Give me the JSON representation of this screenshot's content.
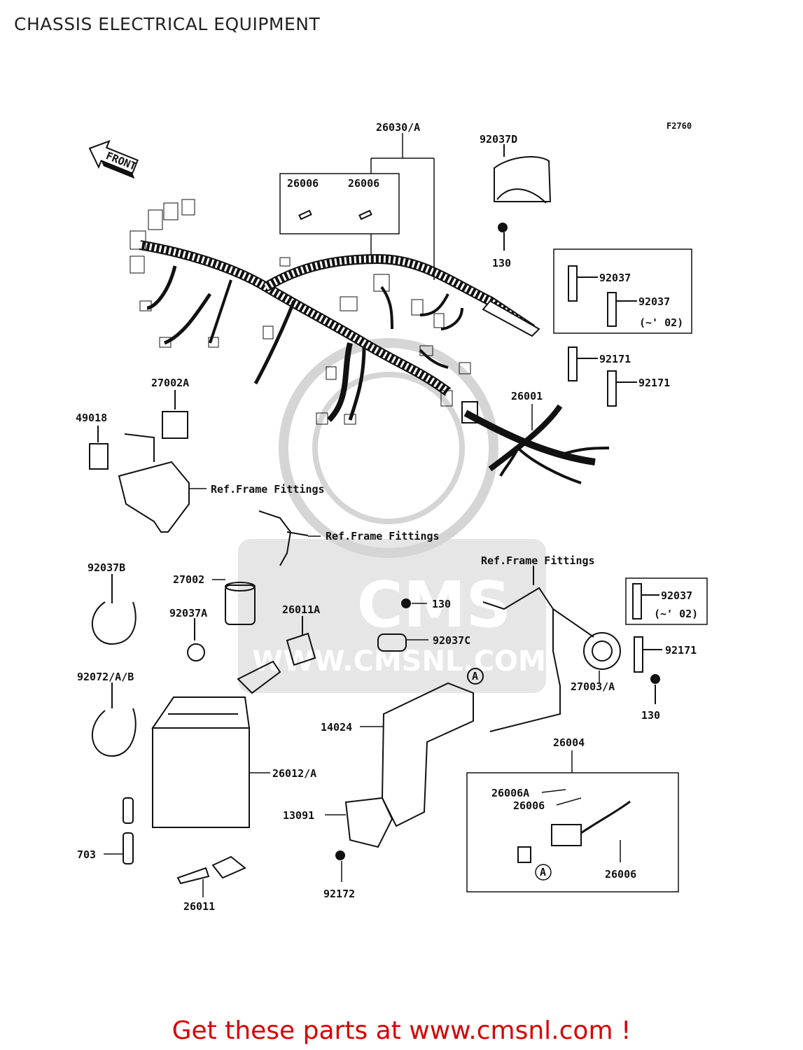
{
  "title": "CHASSIS ELECTRICAL EQUIPMENT",
  "figure_code": "F2760",
  "front_label": "FRONT",
  "watermark": {
    "logo": "CMS",
    "url": "WWW.CMSNL.COM"
  },
  "footer": "Get these parts at www.cmsnl.com !",
  "parts": {
    "p26030A": "26030/A",
    "p26006_a": "26006",
    "p26006_b": "26006",
    "p92037D": "92037D",
    "p130_top": "130",
    "p92037_1": "92037",
    "p92037_2": "92037",
    "p92037_2note": "(~' 02)",
    "p92171_1": "92171",
    "p92171_2": "92171",
    "p27002A": "27002A",
    "p49018": "49018",
    "p26001": "26001",
    "ref1": "Ref.Frame Fittings",
    "ref2": "Ref.Frame Fittings",
    "ref3": "Ref.Frame Fittings",
    "p92037B": "92037B",
    "p27002": "27002",
    "p130_mid": "130",
    "p92037A": "92037A",
    "p26011A": "26011A",
    "p92037C": "92037C",
    "p92037_3": "92037",
    "p92037_3note": "(~' 02)",
    "p92171_3": "92171",
    "p27003A": "27003/A",
    "p130_right": "130",
    "p92072AB": "92072/A/B",
    "p14024": "14024",
    "p26004": "26004",
    "p26012A": "26012/A",
    "p26006A": "26006A",
    "p26006_c": "26006",
    "p13091": "13091",
    "p26006_d": "26006",
    "p703": "703",
    "p92172": "92172",
    "p26011": "26011",
    "callout_a1": "A",
    "callout_a2": "A"
  }
}
